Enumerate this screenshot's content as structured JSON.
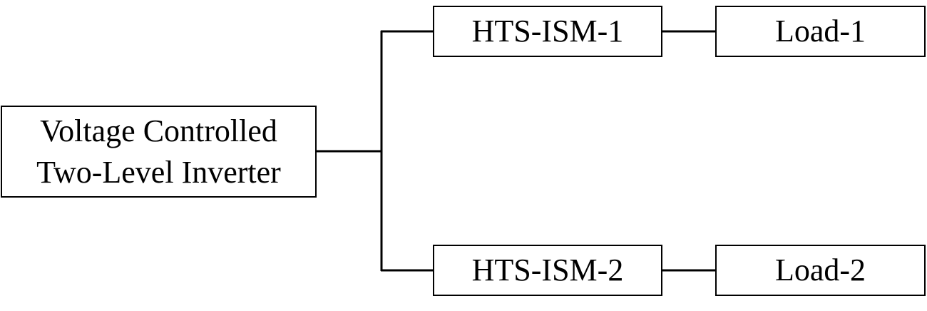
{
  "blocks": {
    "inverter": {
      "line1": "Voltage Controlled",
      "line2": "Two-Level Inverter"
    },
    "ism1": {
      "label": "HTS-ISM-1"
    },
    "ism2": {
      "label": "HTS-ISM-2"
    },
    "load1": {
      "label": "Load-1"
    },
    "load2": {
      "label": "Load-2"
    }
  },
  "colors": {
    "stroke": "#000000",
    "background": "#ffffff"
  }
}
